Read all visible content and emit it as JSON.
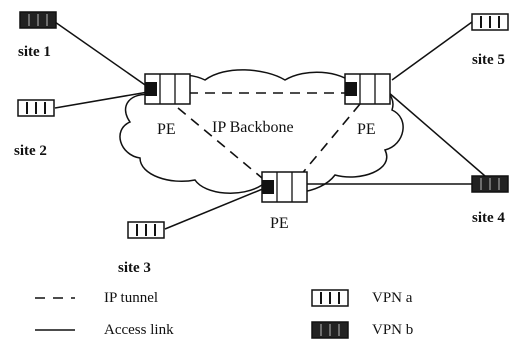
{
  "sites": [
    {
      "id": "site1",
      "label": "site 1",
      "vpn": "b"
    },
    {
      "id": "site2",
      "label": "site 2",
      "vpn": "a"
    },
    {
      "id": "site3",
      "label": "site 3",
      "vpn": "a"
    },
    {
      "id": "site4",
      "label": "site 4",
      "vpn": "b"
    },
    {
      "id": "site5",
      "label": "site 5",
      "vpn": "a"
    }
  ],
  "pe_label": "PE",
  "backbone_label": "IP Backbone",
  "legend": {
    "tunnel": "IP tunnel",
    "access": "Access link",
    "vpn_a": "VPN a",
    "vpn_b": "VPN b"
  }
}
